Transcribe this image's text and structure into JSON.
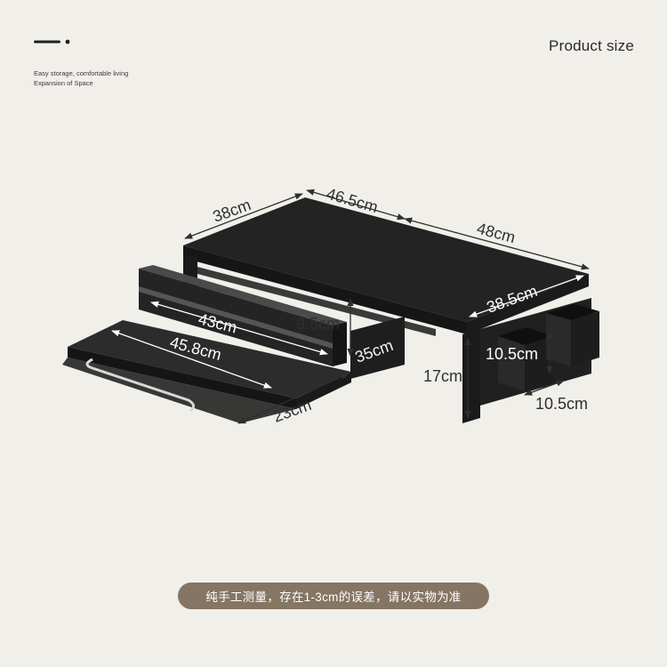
{
  "header": {
    "tagline_line1": "Easy storage, comfortable living",
    "tagline_line2": "Expansion of Space",
    "title": "Product size"
  },
  "dimensions": {
    "top_left_depth": "38cm",
    "top_middle_width": "46.5cm",
    "top_right_width": "48cm",
    "right_depth": "38.5cm",
    "drawer_inner_width": "43cm",
    "drawer_height": "9.5cm",
    "tray_width": "45.8cm",
    "side_depth": "35cm",
    "tray_depth": "23cm",
    "leg_height": "17cm",
    "cup_height": "10.5cm",
    "cup_width": "10.5cm"
  },
  "footer": {
    "note": "纯手工测量，存在1-3cm的误差，请以实物为准"
  },
  "colors": {
    "background": "#f1efea",
    "product": "#2a2a2a",
    "note_pill": "#857563"
  }
}
